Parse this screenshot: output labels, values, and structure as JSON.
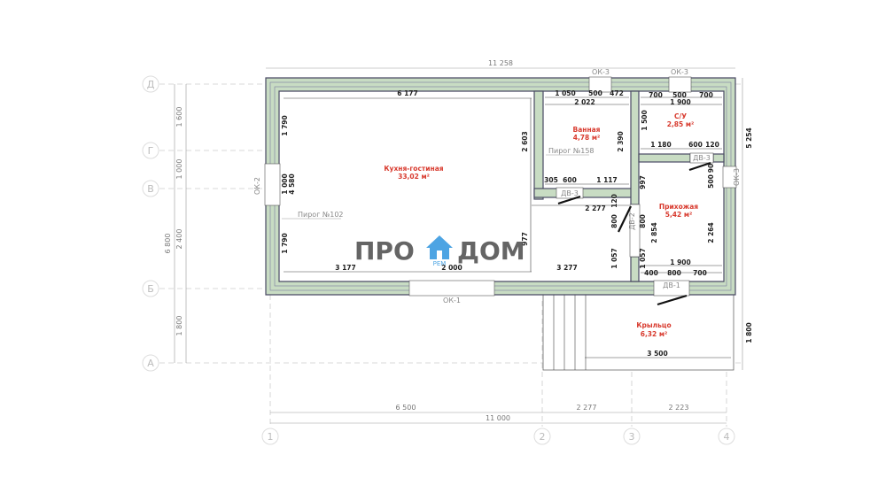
{
  "axes": {
    "rows": [
      "Д",
      "Г",
      "В",
      "Б",
      "А"
    ],
    "cols": [
      "1",
      "2",
      "3",
      "4"
    ]
  },
  "rooms": [
    {
      "name": "Кухня-гостиная",
      "area": "33,02 м²"
    },
    {
      "name": "Ванная",
      "area": "4,78 м²"
    },
    {
      "name": "С/У",
      "area": "2,85 м²"
    },
    {
      "name": "Прихожая",
      "area": "5,42 м²"
    },
    {
      "name": "Крыльцо",
      "area": "6,32 м²"
    }
  ],
  "openings": {
    "ok1": "ОК-1",
    "ok2": "ОК-2",
    "ok3": "ОК-3",
    "dv1": "ДВ-1",
    "dv2": "ДВ-2",
    "dv3": "ДВ-3"
  },
  "pies": {
    "p102": "Пирог №102",
    "p158": "Пирог №158"
  },
  "logo": {
    "left": "ПРО",
    "right": "ДОМ",
    "sub": "РЕМ",
    "color": "#3a9be0"
  },
  "dims": {
    "top_total": "11 258",
    "bottom_total": "11 000",
    "bottom": [
      "6 500",
      "2 277",
      "2 223"
    ],
    "left_total": "6 800",
    "left": [
      "1 600",
      "1 000",
      "2 400",
      "1 800"
    ],
    "right_total": "5 254",
    "porch_h": "1 800",
    "porch_w": "3 500",
    "kitchen": [
      "6 177",
      "1 790",
      "1 000",
      "4 580",
      "1 790",
      "3 177",
      "2 000",
      "3 277",
      "2 603",
      "977",
      "2 277"
    ],
    "bath": [
      "1 050",
      "500",
      "472",
      "2 022",
      "2 390",
      "305",
      "600",
      "1 117"
    ],
    "wc": [
      "700",
      "500",
      "700",
      "1 900",
      "1 500",
      "1 180",
      "600",
      "120"
    ],
    "hall": [
      "997",
      "120",
      "800",
      "800",
      "1 057",
      "1 057",
      "2 854",
      "2 264",
      "500",
      "90",
      "1 900",
      "400",
      "800",
      "700"
    ]
  }
}
